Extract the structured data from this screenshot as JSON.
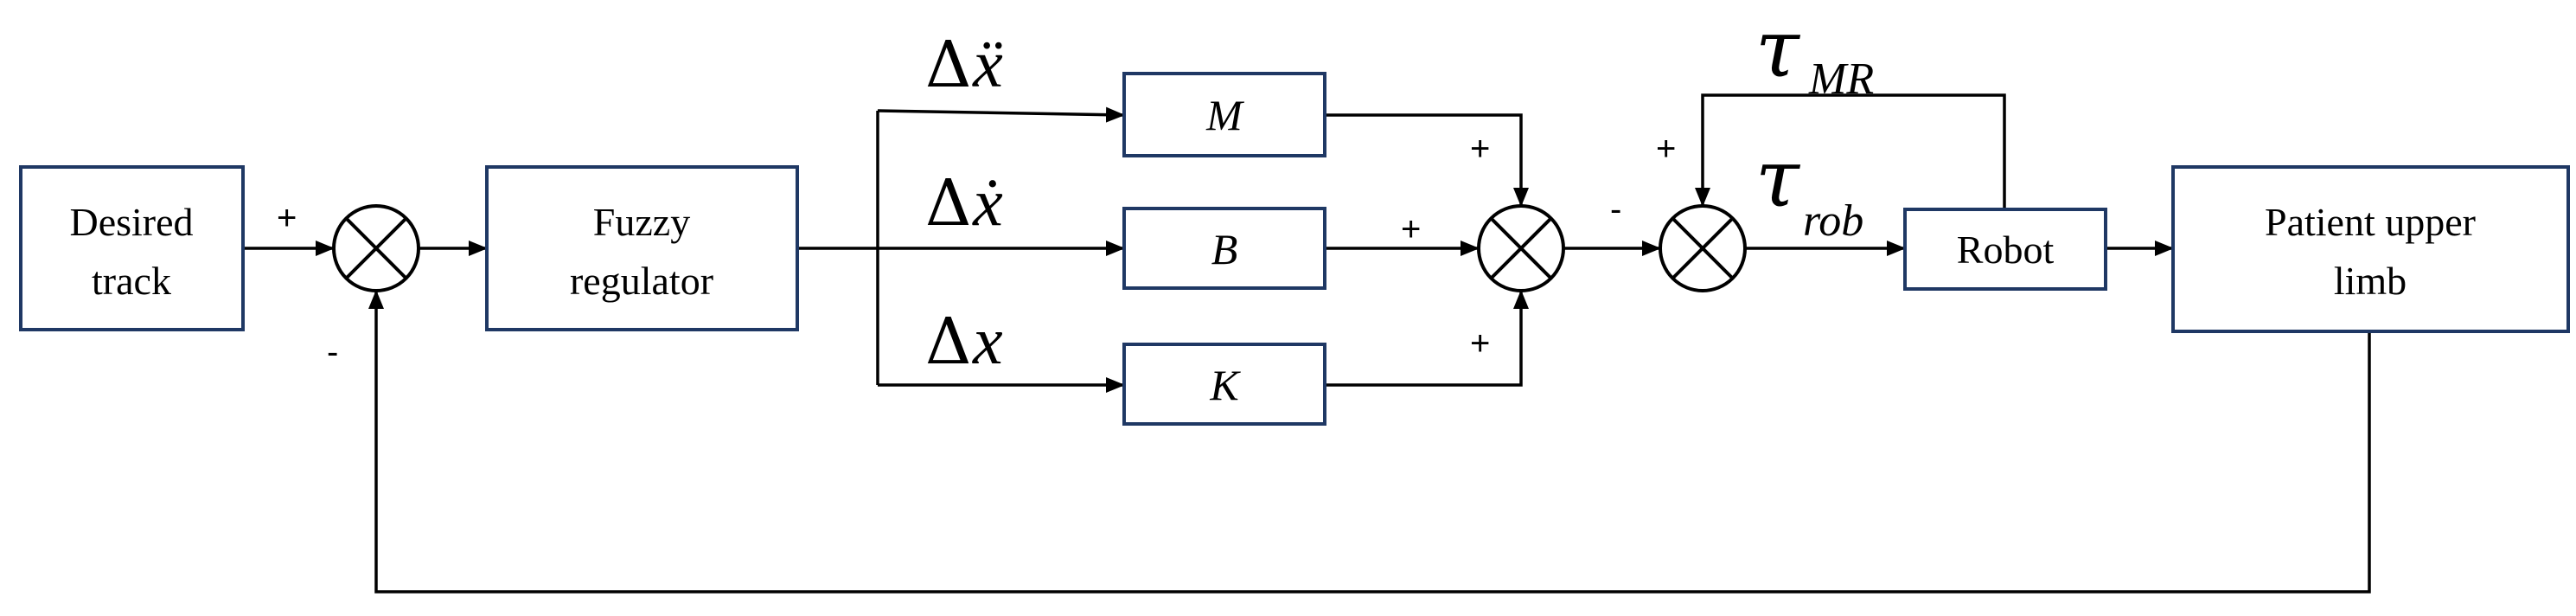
{
  "blocks": {
    "desired_track": {
      "line1": "Desired",
      "line2": "track"
    },
    "fuzzy_regulator": {
      "line1": "Fuzzy",
      "line2": "regulator"
    },
    "mass": "M",
    "damping": "B",
    "stiffness": "K",
    "robot": "Robot",
    "patient_upper_limb": {
      "line1": "Patient upper",
      "line2": "limb"
    }
  },
  "signals": {
    "delta_symbol": "Δ",
    "acceleration": "ẍ",
    "velocity": "ẋ",
    "position": "x",
    "tau": "τ",
    "tau_mr_subscript": "MR",
    "tau_rob_subscript": "rob"
  },
  "signs": {
    "sj1_reference": "+",
    "sj1_feedback": "-",
    "sj2_mass": "+",
    "sj2_damping": "+",
    "sj2_stiffness": "+",
    "sj3_impedance": "-",
    "sj3_mr_feedback": "+"
  }
}
